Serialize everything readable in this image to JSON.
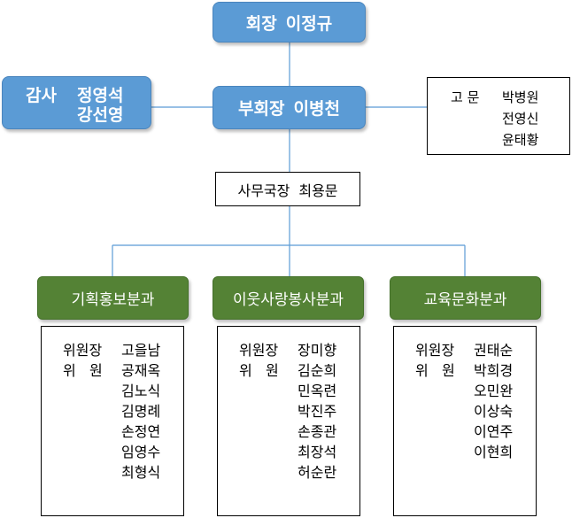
{
  "president": {
    "role": "회장",
    "name": "이정규"
  },
  "vice_president": {
    "role": "부회장",
    "name": "이병천"
  },
  "auditors": {
    "role": "감사",
    "names": [
      "정영석",
      "강선영"
    ]
  },
  "advisors": {
    "role": "고 문",
    "names": [
      "박병원",
      "전영신",
      "윤태황"
    ]
  },
  "secretary": {
    "role": "사무국장",
    "name": "최용문"
  },
  "departments": [
    {
      "name": "기획홍보분과",
      "chair_label": "위원장",
      "member_label": "위   원",
      "members": [
        "고을남",
        "공재옥",
        "김노식",
        "김명례",
        "손정연",
        "임영수",
        "최형식"
      ]
    },
    {
      "name": "이웃사랑봉사분과",
      "chair_label": "위원장",
      "member_label": "위   원",
      "members": [
        "장미향",
        "김순희",
        "민옥련",
        "박진주",
        "손종관",
        "최장석",
        "허순란"
      ]
    },
    {
      "name": "교육문화분과",
      "chair_label": "위원장",
      "member_label": "위   원",
      "members": [
        "권태순",
        "박희경",
        "오민완",
        "이상숙",
        "이연주",
        "이현희"
      ]
    }
  ],
  "colors": {
    "officer_box": "#5b9bd5",
    "department_box": "#548235",
    "connector": "#5b9bd5"
  }
}
